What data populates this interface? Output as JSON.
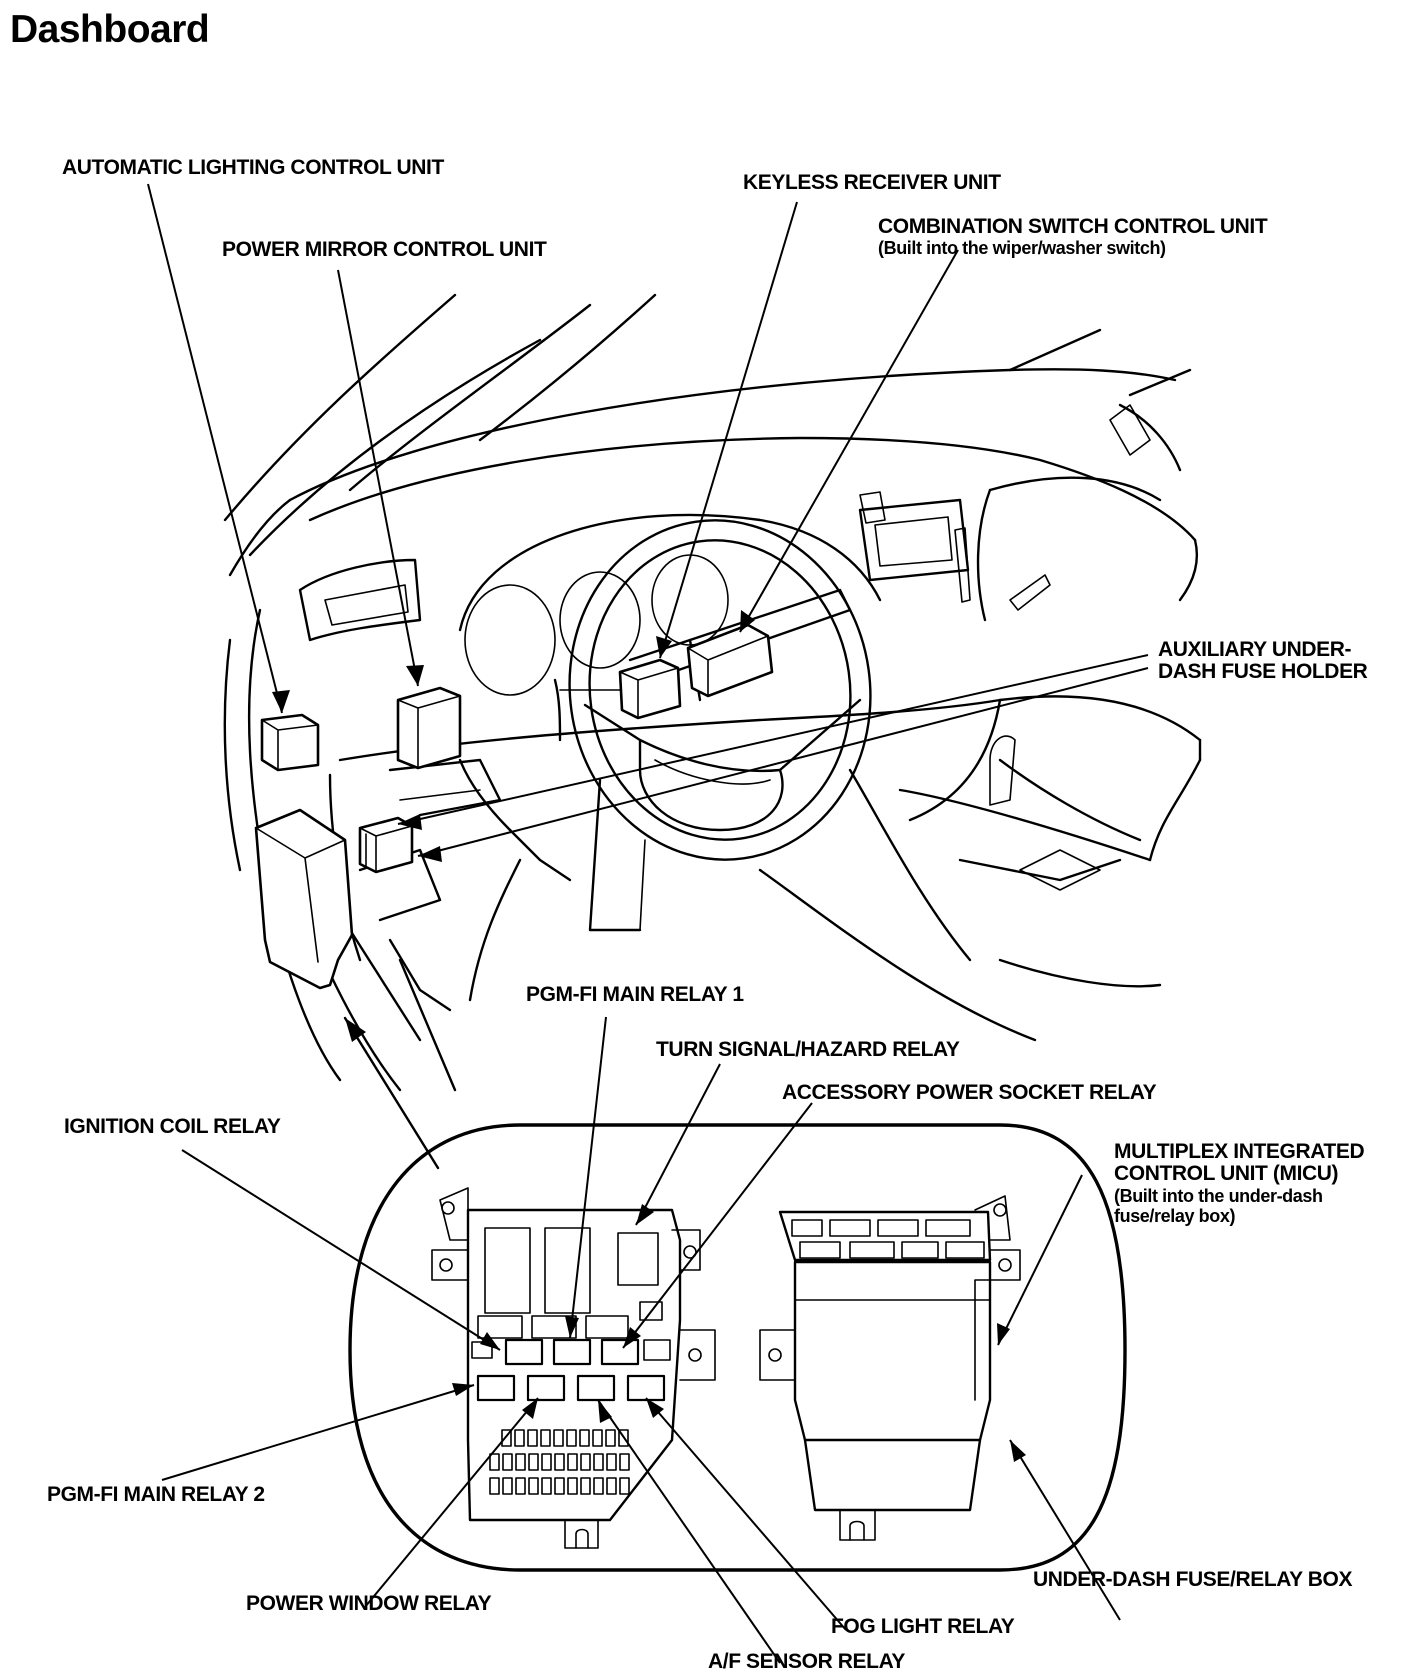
{
  "title": "Dashboard",
  "labels": {
    "automatic_lighting": "AUTOMATIC LIGHTING CONTROL UNIT",
    "power_mirror": "POWER MIRROR CONTROL UNIT",
    "keyless_receiver": "KEYLESS RECEIVER UNIT",
    "combination_switch": "COMBINATION SWITCH CONTROL UNIT",
    "combination_switch_note": "(Built into the wiper/washer switch)",
    "aux_fuse_line1": "AUXILIARY UNDER-",
    "aux_fuse_line2": "DASH FUSE HOLDER",
    "pgm_fi_relay_1": "PGM-FI MAIN RELAY 1",
    "turn_signal_relay": "TURN SIGNAL/HAZARD RELAY",
    "accessory_socket_relay": "ACCESSORY POWER SOCKET RELAY",
    "ignition_coil_relay": "IGNITION COIL RELAY",
    "micu_line1": "MULTIPLEX INTEGRATED",
    "micu_line2": "CONTROL UNIT (MICU)",
    "micu_note1": "(Built into the under-dash",
    "micu_note2": "fuse/relay box)",
    "pgm_fi_relay_2": "PGM-FI MAIN RELAY 2",
    "under_dash_box": "UNDER-DASH FUSE/RELAY BOX",
    "power_window_relay": "POWER WINDOW RELAY",
    "fog_light_relay": "FOG LIGHT RELAY",
    "af_sensor_relay": "A/F SENSOR RELAY"
  }
}
